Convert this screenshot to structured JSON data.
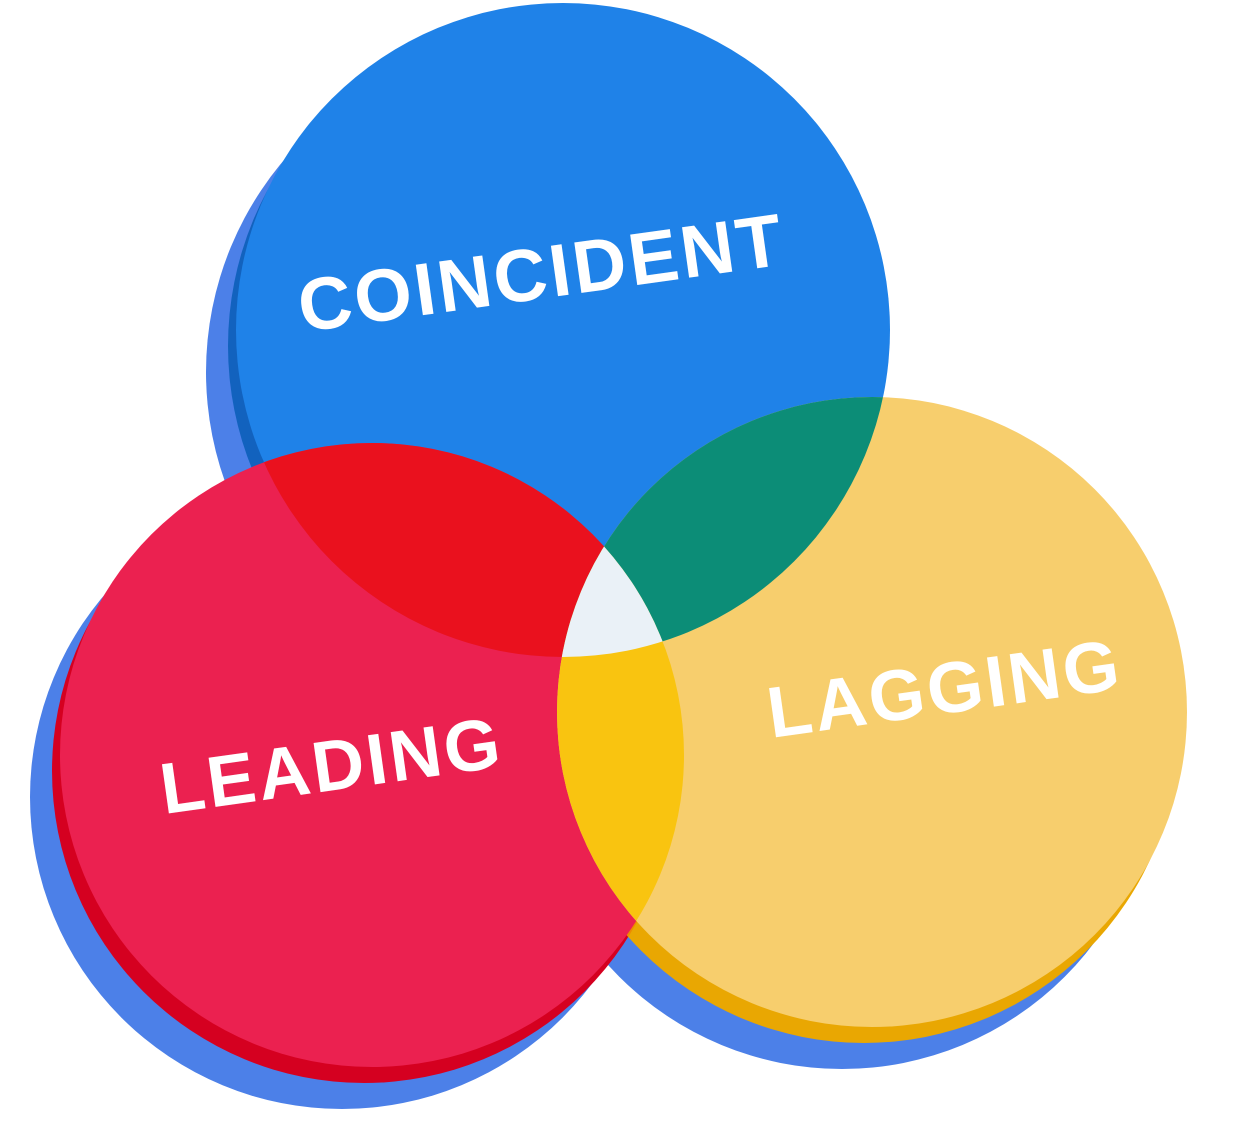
{
  "diagram": {
    "type": "venn",
    "background_color": "#FFFFFF",
    "halo_color": "#4C80E8",
    "label_color": "#FFFFFF",
    "sets": [
      {
        "id": "coincident",
        "label": "COINCIDENT",
        "color": "#1F82E8",
        "shadow_color": "#1262BE"
      },
      {
        "id": "leading",
        "label": "LEADING",
        "color": "#EB2150",
        "shadow_color": "#D50020"
      },
      {
        "id": "lagging",
        "label": "LAGGING",
        "color": "#F7CE6D",
        "shadow_color": "#E9A702"
      }
    ],
    "overlaps": {
      "coincident_leading": "#EA111E",
      "coincident_lagging": "#0C8D77",
      "leading_lagging": "#F9C410",
      "center": "#EAF1F7"
    },
    "overlaps_shadow": {
      "coincident_leading": "#C00014",
      "coincident_lagging": "#07685C",
      "leading_lagging": "#EE8A00"
    }
  }
}
